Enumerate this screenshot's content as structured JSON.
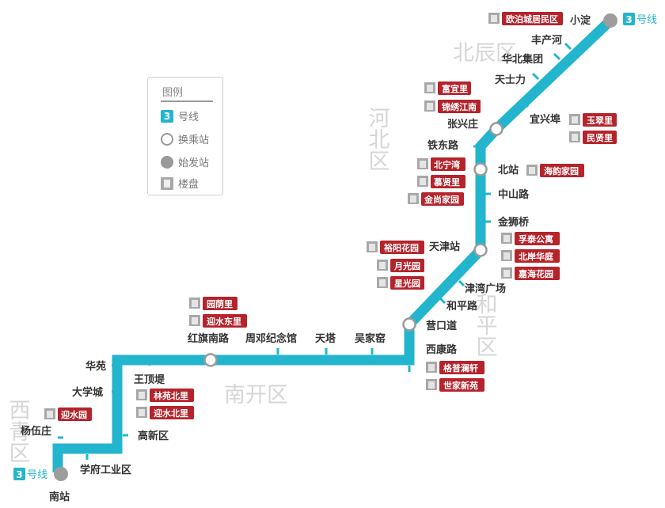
{
  "line": {
    "number": "3",
    "label": "号线",
    "color": "#22b5cd"
  },
  "legend": {
    "title": "图例",
    "line_number": "3",
    "line_label": "号线",
    "transfer_label": "换乘站",
    "terminal_label": "始发站",
    "estate_label": "楼盘"
  },
  "districts": [
    "北辰区",
    "河北区",
    "和平区",
    "南开区",
    "西青区"
  ],
  "stations": [
    "小淀",
    "丰产河",
    "华北集团",
    "天士力",
    "宜兴埠",
    "张兴庄",
    "铁东路",
    "北站",
    "中山路",
    "金狮桥",
    "天津站",
    "津湾广场",
    "和平路",
    "营口道",
    "西康路",
    "吴家窑",
    "天塔",
    "周邓纪念馆",
    "红旗南路",
    "王顶堤",
    "华苑",
    "大学城",
    "高新区",
    "学府工业区",
    "杨伍庄",
    "南站"
  ],
  "estates": [
    "欧泊城居民区",
    "富宜里",
    "锦绣江南",
    "玉翠里",
    "民贤里",
    "北宁湾",
    "慕贤里",
    "金尚家园",
    "海韵家园",
    "裕阳花园",
    "月光园",
    "星光园",
    "孚泰公寓",
    "北岸华庭",
    "嘉海花园",
    "园荫里",
    "迎水东里",
    "格普澜轩",
    "世家新苑",
    "林苑北里",
    "迎水北里",
    "迎水园"
  ],
  "colors": {
    "estate_tag": "#b5232b",
    "transfer_ring": "#999999",
    "terminal": "#9d9d9d",
    "district_text": "#d6d6d6"
  }
}
